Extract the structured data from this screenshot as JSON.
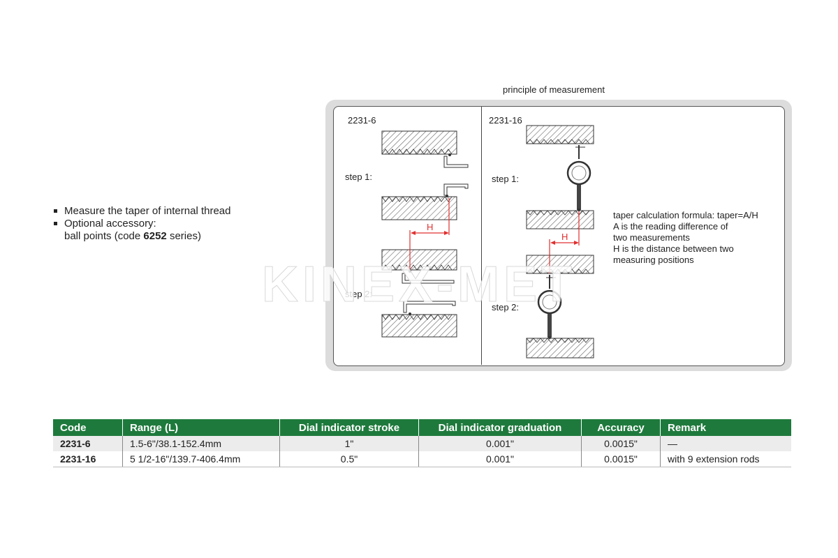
{
  "bullets": {
    "item1": "Measure the taper of internal thread",
    "item2": "Optional accessory:",
    "item2_sub_prefix": "ball points (code ",
    "item2_sub_bold": "6252",
    "item2_sub_suffix": " series)"
  },
  "principle": {
    "title": "principle of measurement",
    "left_model": "2231-6",
    "right_model": "2231-16",
    "step1": "step 1:",
    "step2": "step 2:",
    "h_label": "H",
    "formula": [
      "taper calculation formula: taper=A/H",
      "A is the reading difference of",
      "two measurements",
      "H is the distance between two",
      "measuring positions"
    ]
  },
  "watermark": {
    "text": "KINEX-MET"
  },
  "table": {
    "headers": [
      "Code",
      "Range (L)",
      "Dial indicator stroke",
      "Dial indicator graduation",
      "Accuracy",
      "Remark"
    ],
    "rows": [
      [
        "2231-6",
        "1.5-6\"/38.1-152.4mm",
        "1\"",
        "0.001\"",
        "0.0015\"",
        "—"
      ],
      [
        "2231-16",
        "5 1/2-16\"/139.7-406.4mm",
        "0.5\"",
        "0.001\"",
        "0.0015\"",
        "with 9 extension rods"
      ]
    ]
  },
  "colors": {
    "header_green": "#1e7a3c",
    "diagram_red": "#e03030"
  }
}
